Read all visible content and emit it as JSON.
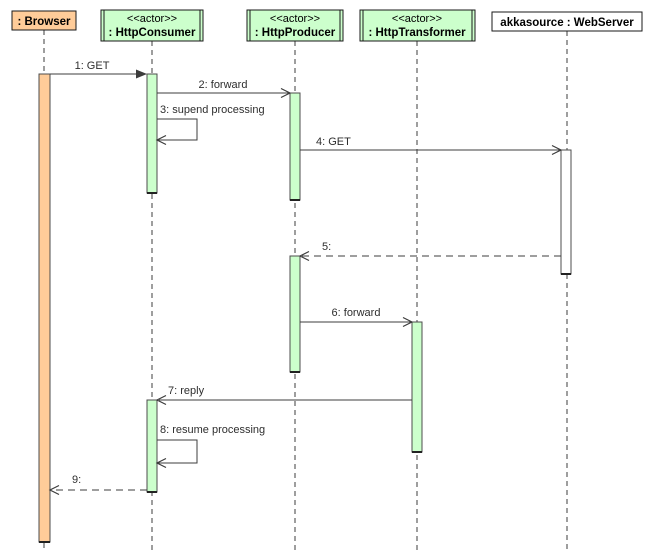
{
  "diagram_type": "uml-sequence-diagram",
  "participants": [
    {
      "stereotype": "",
      "name": ": Browser"
    },
    {
      "stereotype": "<<actor>>",
      "name": ": HttpConsumer"
    },
    {
      "stereotype": "<<actor>>",
      "name": ": HttpProducer"
    },
    {
      "stereotype": "<<actor>>",
      "name": ": HttpTransformer"
    },
    {
      "stereotype": "",
      "name": "akkasource : WebServer"
    }
  ],
  "messages": [
    {
      "label": "1: GET"
    },
    {
      "label": "2: forward"
    },
    {
      "label": "3: supend processing"
    },
    {
      "label": "4: GET"
    },
    {
      "label": "5:"
    },
    {
      "label": "6: forward"
    },
    {
      "label": "7: reply"
    },
    {
      "label": "8: resume processing"
    },
    {
      "label": "9:"
    }
  ],
  "colors": {
    "browser_fill": "#FFCC99",
    "actor_fill": "#CCFFCC",
    "server_fill": "#FFFFFF",
    "line": "#3C3C3C",
    "border": "#1A1A1A",
    "background": "#FFFFFF"
  }
}
